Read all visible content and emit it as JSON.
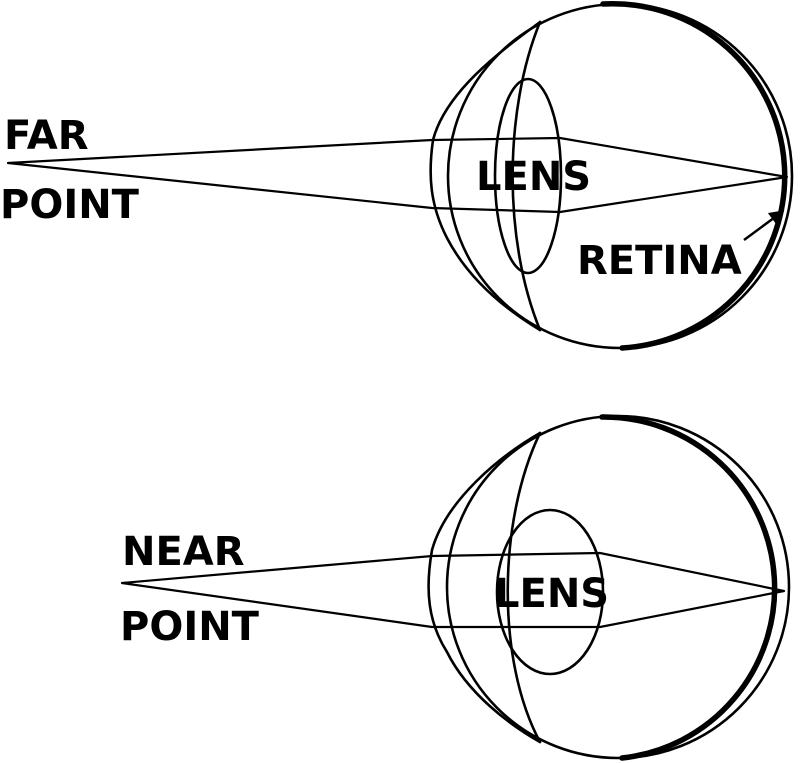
{
  "top_eye": {
    "far_label_line1": "FAR",
    "far_label_line2": "POINT",
    "lens_label": "LENS",
    "retina_label": "RETINA"
  },
  "bottom_eye": {
    "near_label_line1": "NEAR",
    "near_label_line2": "POINT",
    "lens_label": "LENS"
  }
}
